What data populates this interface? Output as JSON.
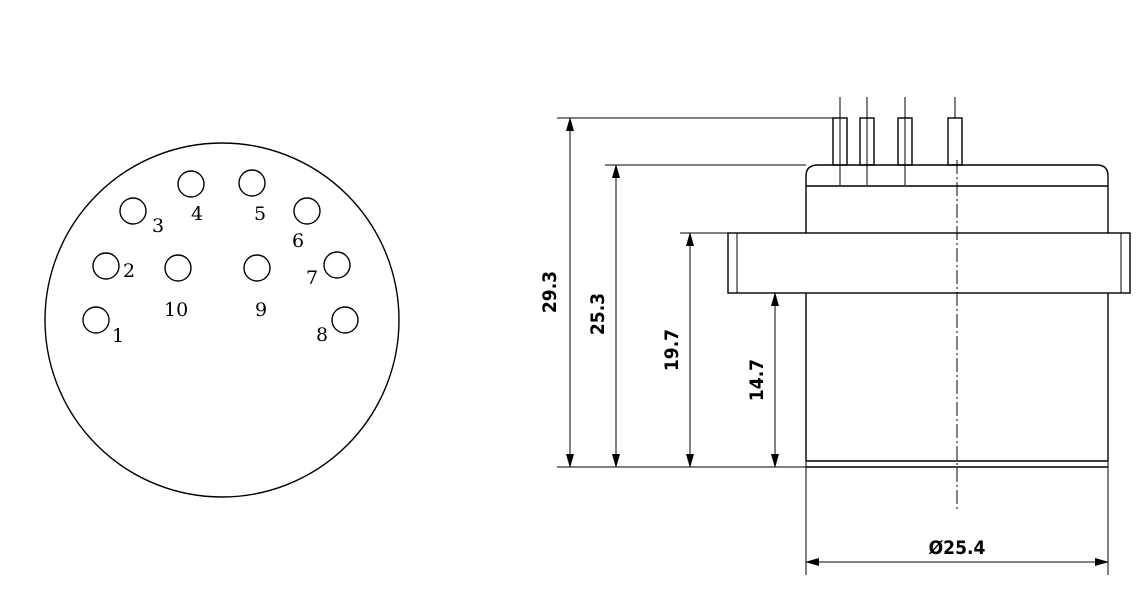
{
  "pins": [
    {
      "label": "1"
    },
    {
      "label": "2"
    },
    {
      "label": "3"
    },
    {
      "label": "4"
    },
    {
      "label": "5"
    },
    {
      "label": "6"
    },
    {
      "label": "7"
    },
    {
      "label": "8"
    },
    {
      "label": "9"
    },
    {
      "label": "10"
    }
  ],
  "dimensions": {
    "overall_height": "29.3",
    "body_height": "25.3",
    "flange_top": "19.7",
    "flange_bottom": "14.7",
    "diameter": "Ø25.4"
  }
}
